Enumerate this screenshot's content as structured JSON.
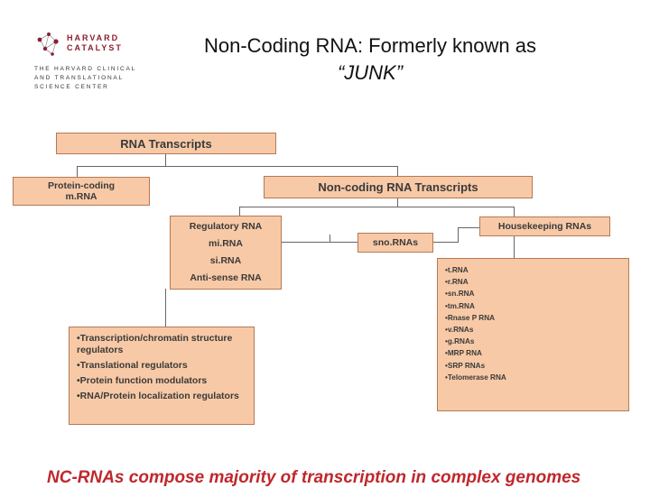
{
  "logo": {
    "word1": "HARVARD",
    "word2": "CATALYST",
    "sub": [
      "THE HARVARD CLINICAL",
      "AND TRANSLATIONAL",
      "SCIENCE CENTER"
    ]
  },
  "title": {
    "line1": "Non-Coding RNA: Formerly known as",
    "line2": "“JUNK”"
  },
  "diagram": {
    "rna_transcripts": "RNA Transcripts",
    "protein_coding": [
      "Protein-coding",
      "m.RNA"
    ],
    "noncoding": "Non-coding RNA Transcripts",
    "regulatory": [
      "Regulatory RNA",
      "mi.RNA",
      "si.RNA",
      "Anti-sense RNA"
    ],
    "snorna": "sno.RNAs",
    "housekeeping": "Housekeeping RNAs",
    "housekeeping_items": [
      "•t.RNA",
      "•r.RNA",
      "•sn.RNA",
      "•tm.RNA",
      "•Rnase P RNA",
      "•v.RNAs",
      "•g.RNAs",
      "•MRP RNA",
      "•SRP RNAs",
      "•Telomerase RNA"
    ],
    "functions": [
      "•Transcription/chromatin structure regulators",
      "•Translational regulators",
      "•Protein function modulators",
      "•RNA/Protein localization regulators"
    ]
  },
  "footer": "NC-RNAs compose majority of transcription in complex genomes",
  "colors": {
    "box_fill": "#f8c9a6",
    "box_border": "#b37a55",
    "brand": "#8b1f2e",
    "footer": "#c0272d"
  }
}
